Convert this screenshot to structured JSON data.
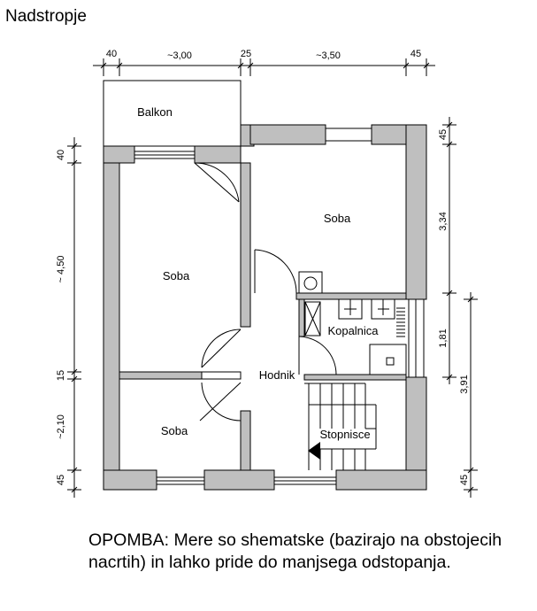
{
  "title": "Nadstropje",
  "rooms": {
    "balcony": "Balkon",
    "room_right": "Soba",
    "room_left": "Soba",
    "room_bottom": "Soba",
    "bathroom": "Kopalnica",
    "hallway": "Hodnik",
    "stairs": "Stopnisce"
  },
  "dimensions": {
    "top": [
      "40",
      "~3,00",
      "25",
      "~3,50",
      "45"
    ],
    "left": [
      "40",
      "~ 4,50",
      "15",
      "~2,10",
      "45"
    ],
    "right": [
      "45",
      "3,34",
      "1,81",
      "3,91",
      "45"
    ]
  },
  "note": {
    "prefix": "OPOMBA",
    "text": ": Mere so shematske (bazirajo na obstojecih nacrtih) in lahko pride do manjsega odstopanja."
  },
  "colors": {
    "wall": "#bfbfbf",
    "line": "#000000"
  }
}
